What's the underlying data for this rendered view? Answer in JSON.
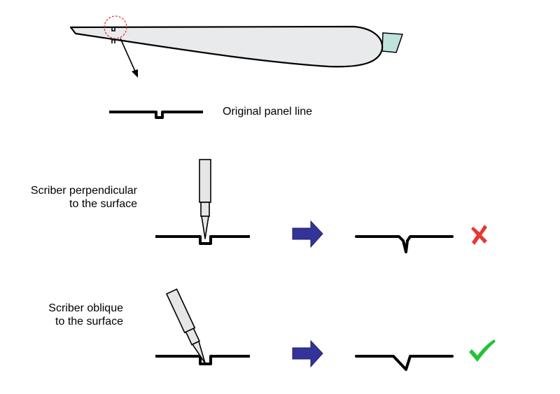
{
  "labels": {
    "original": "Original panel line",
    "perpendicular": [
      "Scriber perpendicular",
      "to the surface"
    ],
    "oblique": [
      "Scriber oblique",
      "to the surface"
    ]
  },
  "colors": {
    "wing_fill": "#E8EAEC",
    "wing_tip_fill": "#BFE4DE",
    "scriber_fill": "#E6E6E6",
    "arrow_fill": "#333399",
    "highlight_circle": "#E53935",
    "cross_mark": "#E53935",
    "check_mark": "#22C33A",
    "line": "#000000"
  },
  "icons": {
    "wrong": "cross-mark-icon",
    "right": "check-mark-icon",
    "process": "block-arrow-right-icon"
  }
}
